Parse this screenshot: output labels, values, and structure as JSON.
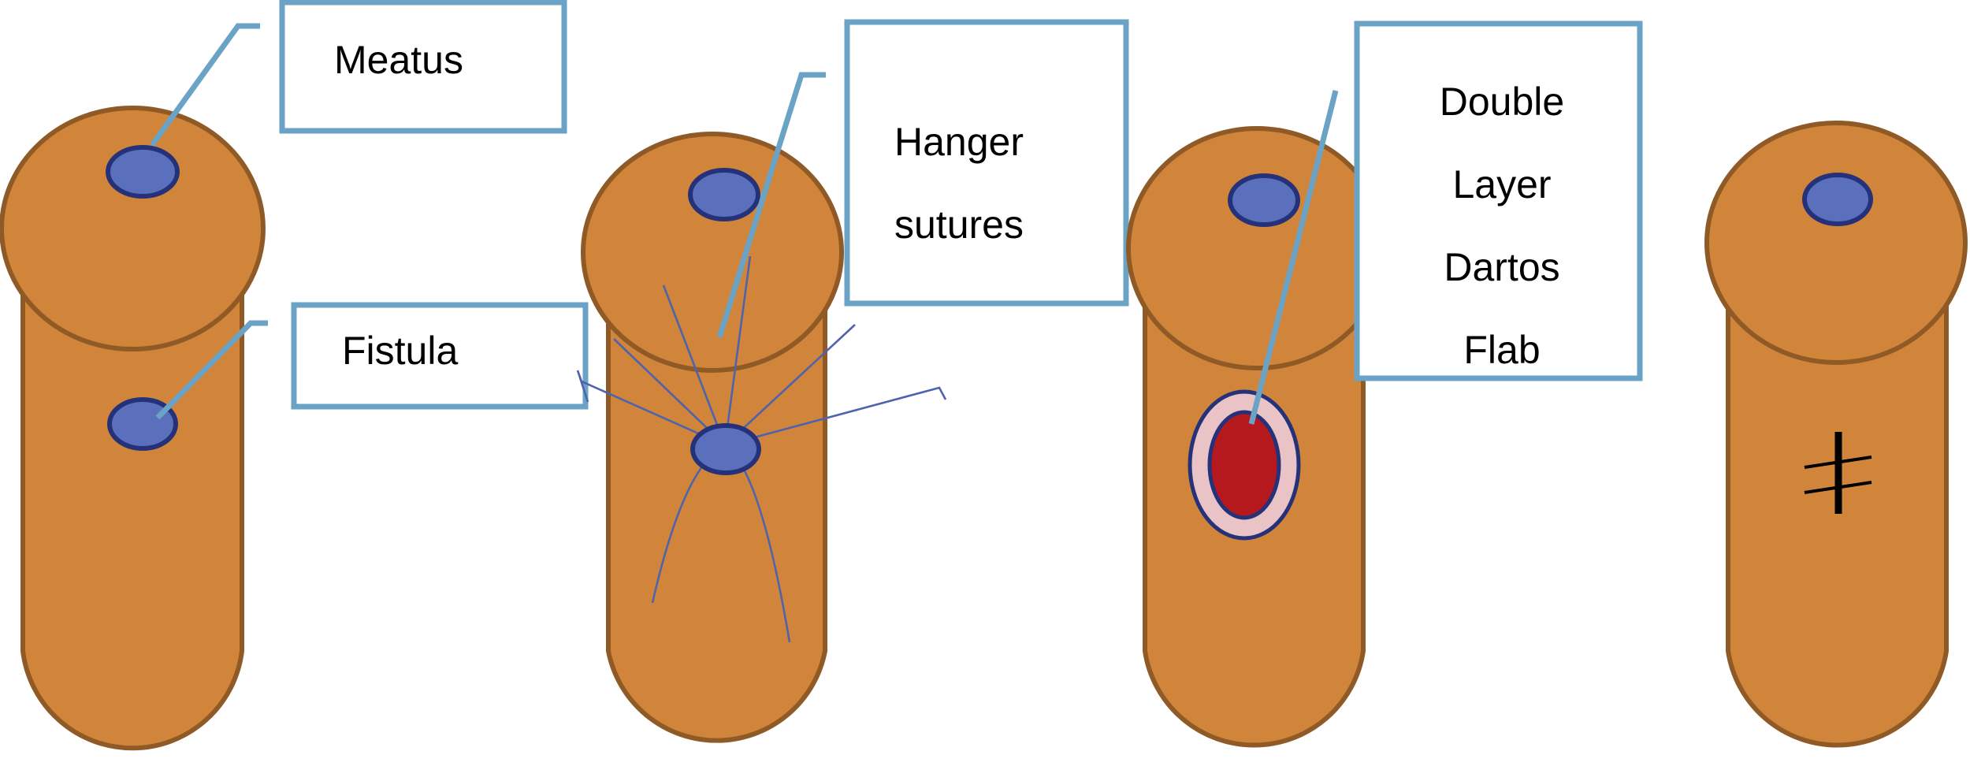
{
  "colors": {
    "skin": "#d0853b",
    "skin_outline": "#8f5a26",
    "opening_fill": "#5a70bd",
    "opening_outline": "#25327a",
    "callout_line": "#6aa3c6",
    "suture": "#4f63ad",
    "flap_inner": "#b5191d",
    "flap_ring": "#eac3c6",
    "repair_mark": "#000000"
  },
  "labels": {
    "meatus": "Meatus",
    "fistula": "Fistula",
    "hanger_line1": "Hanger",
    "hanger_line2": "sutures",
    "flap_line1": "Double",
    "flap_line2": "Layer",
    "flap_line3": "Dartos",
    "flap_line4": "Flab"
  },
  "panels": [
    {
      "id": "fistula-shown",
      "icon": "penis-with-fistula"
    },
    {
      "id": "hanger-sutures-placed",
      "icon": "suture-lines"
    },
    {
      "id": "dartos-flap-coverage",
      "icon": "flap-ring"
    },
    {
      "id": "closure-completed",
      "icon": "suture-closure-mark"
    }
  ]
}
